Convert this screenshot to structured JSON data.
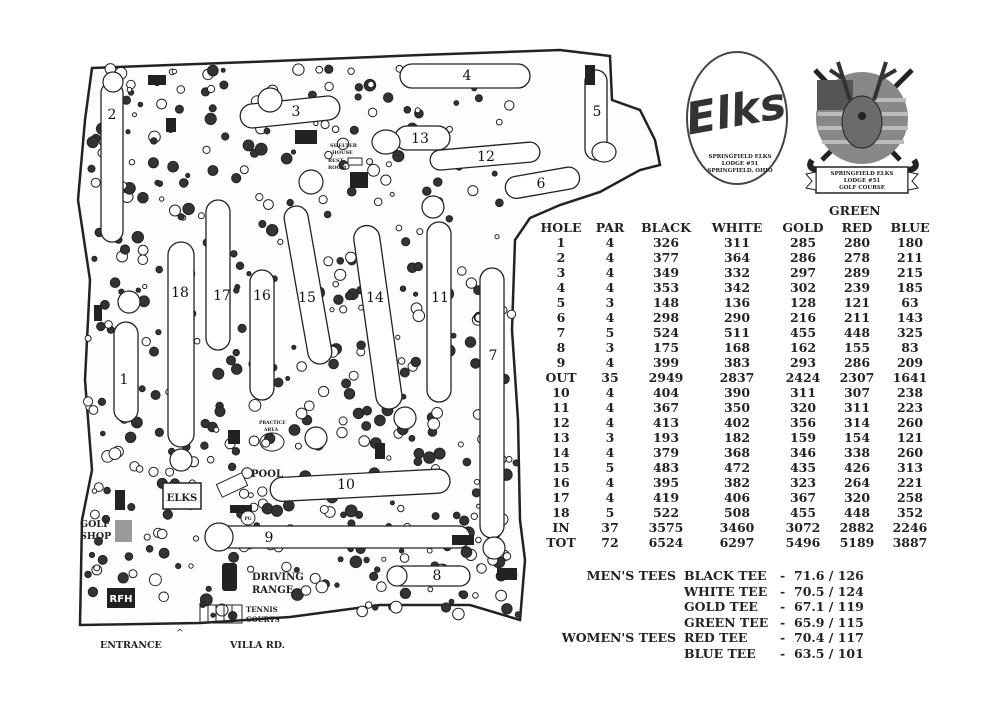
{
  "logos": {
    "elks_wordmark": "Elks",
    "elks_lines": [
      "SPRINGFIELD ELKS",
      "LODGE #51",
      "SPRINGFIELD, OHIO"
    ],
    "golf_banner_lines": [
      "SPRINGFIELD ELKS",
      "LODGE #51",
      "GOLF COURSE"
    ]
  },
  "map": {
    "labels": {
      "golf_shop_1": "GOLF",
      "golf_shop_2": "SHOP",
      "elks": "ELKS",
      "pool": "POOL",
      "driving_range_1": "DRIVING",
      "driving_range_2": "RANGE",
      "tennis_1": "TENNIS",
      "tennis_2": "COURTS",
      "entrance": "ENTRANCE",
      "villa_rd": "VILLA RD.",
      "rfh": "RFH",
      "shelter_1": "SHELTER",
      "shelter_2": "HOUSE",
      "rest_1": "REST",
      "rest_2": "ROOM",
      "practice_1": "PRACTICE",
      "practice_2": "AREA",
      "pg": "PG"
    },
    "holes": [
      "1",
      "2",
      "3",
      "4",
      "5",
      "6",
      "7",
      "8",
      "9",
      "10",
      "11",
      "12",
      "13",
      "14",
      "15",
      "16",
      "17",
      "18"
    ]
  },
  "scorecard": {
    "green_header": "GREEN",
    "headers": [
      "HOLE",
      "PAR",
      "BLACK",
      "WHITE",
      "GOLD",
      "RED",
      "BLUE"
    ],
    "rows": [
      [
        "1",
        "4",
        "326",
        "311",
        "285",
        "280",
        "180"
      ],
      [
        "2",
        "4",
        "377",
        "364",
        "286",
        "278",
        "211"
      ],
      [
        "3",
        "4",
        "349",
        "332",
        "297",
        "289",
        "215"
      ],
      [
        "4",
        "4",
        "353",
        "342",
        "302",
        "239",
        "185"
      ],
      [
        "5",
        "3",
        "148",
        "136",
        "128",
        "121",
        "63"
      ],
      [
        "6",
        "4",
        "298",
        "290",
        "216",
        "211",
        "143"
      ],
      [
        "7",
        "5",
        "524",
        "511",
        "455",
        "448",
        "325"
      ],
      [
        "8",
        "3",
        "175",
        "168",
        "162",
        "155",
        "83"
      ],
      [
        "9",
        "4",
        "399",
        "383",
        "293",
        "286",
        "209"
      ],
      [
        "OUT",
        "35",
        "2949",
        "2837",
        "2424",
        "2307",
        "1641"
      ],
      [
        "10",
        "4",
        "404",
        "390",
        "311",
        "307",
        "238"
      ],
      [
        "11",
        "4",
        "367",
        "350",
        "320",
        "311",
        "223"
      ],
      [
        "12",
        "4",
        "413",
        "402",
        "356",
        "314",
        "260"
      ],
      [
        "13",
        "3",
        "193",
        "182",
        "159",
        "154",
        "121"
      ],
      [
        "14",
        "4",
        "379",
        "368",
        "346",
        "338",
        "260"
      ],
      [
        "15",
        "5",
        "483",
        "472",
        "435",
        "426",
        "313"
      ],
      [
        "16",
        "4",
        "395",
        "382",
        "323",
        "264",
        "221"
      ],
      [
        "17",
        "4",
        "419",
        "406",
        "367",
        "320",
        "258"
      ],
      [
        "18",
        "5",
        "522",
        "508",
        "455",
        "448",
        "352"
      ],
      [
        "IN",
        "37",
        "3575",
        "3460",
        "3072",
        "2882",
        "2246"
      ],
      [
        "TOT",
        "72",
        "6524",
        "6297",
        "5496",
        "5189",
        "3887"
      ]
    ]
  },
  "ratings": [
    {
      "group": "MEN'S TEES",
      "tee": "BLACK TEE",
      "value": "71.6 / 126"
    },
    {
      "group": "",
      "tee": "WHITE TEE",
      "value": "70.5 / 124"
    },
    {
      "group": "",
      "tee": "GOLD TEE",
      "value": "67.1 / 119"
    },
    {
      "group": "",
      "tee": "GREEN TEE",
      "value": "65.9 / 115"
    },
    {
      "group": "WOMEN'S TEES",
      "tee": "RED TEE",
      "value": "70.4 / 117"
    },
    {
      "group": "",
      "tee": "BLUE TEE",
      "value": "63.5 / 101"
    }
  ],
  "rating_dash": "-"
}
